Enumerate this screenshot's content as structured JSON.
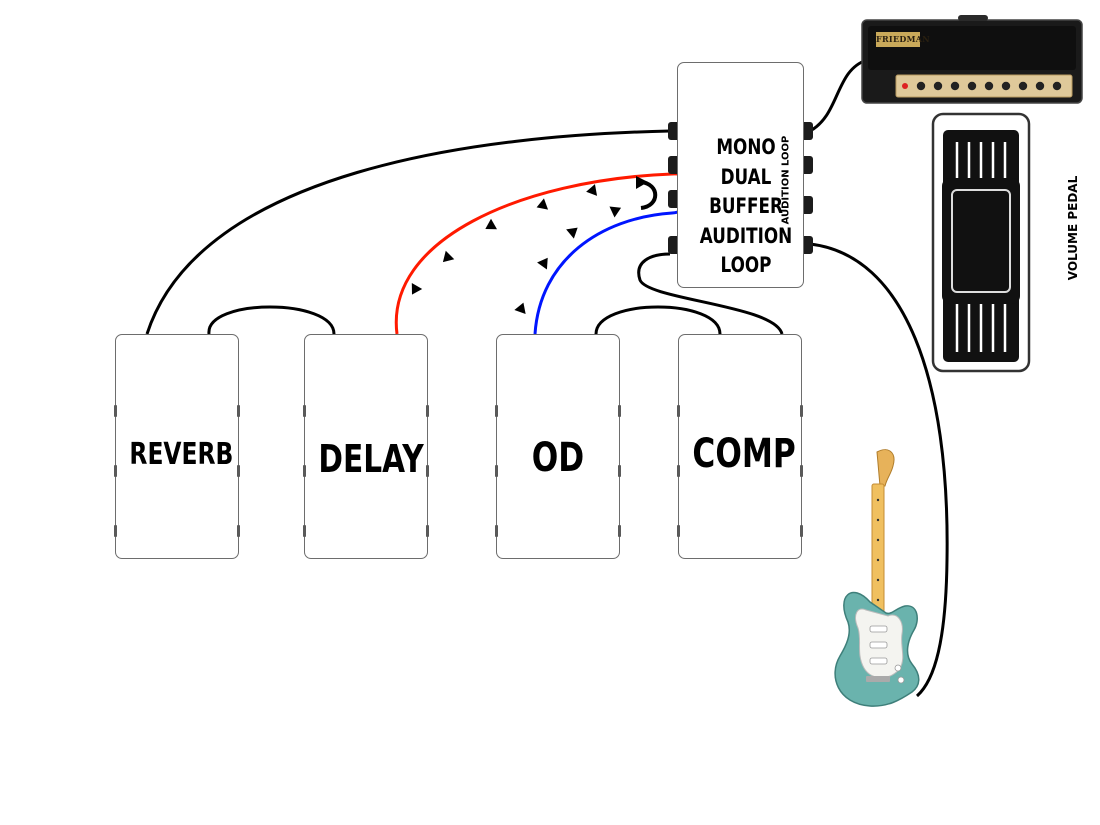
{
  "diagram": {
    "pedals": [
      {
        "id": "reverb",
        "label": "REVERB"
      },
      {
        "id": "delay",
        "label": "DELAY"
      },
      {
        "id": "od",
        "label": "OD"
      },
      {
        "id": "comp",
        "label": "COMP"
      }
    ],
    "switcher": {
      "lines": [
        "MONO",
        "DUAL",
        "BUFFER",
        "AUDITION",
        "LOOP"
      ],
      "side_label": "AUDITION LOOP"
    },
    "amp": {
      "brand": "FRIEDMAN"
    },
    "volume_pedal": {
      "label": "VOLUME PEDAL"
    },
    "colors": {
      "cable": "#000000",
      "send_cable": "#ff1a00",
      "return_cable": "#0015ff",
      "guitar_body": "#6ab3ad",
      "guitar_neck": "#f0c060"
    }
  }
}
